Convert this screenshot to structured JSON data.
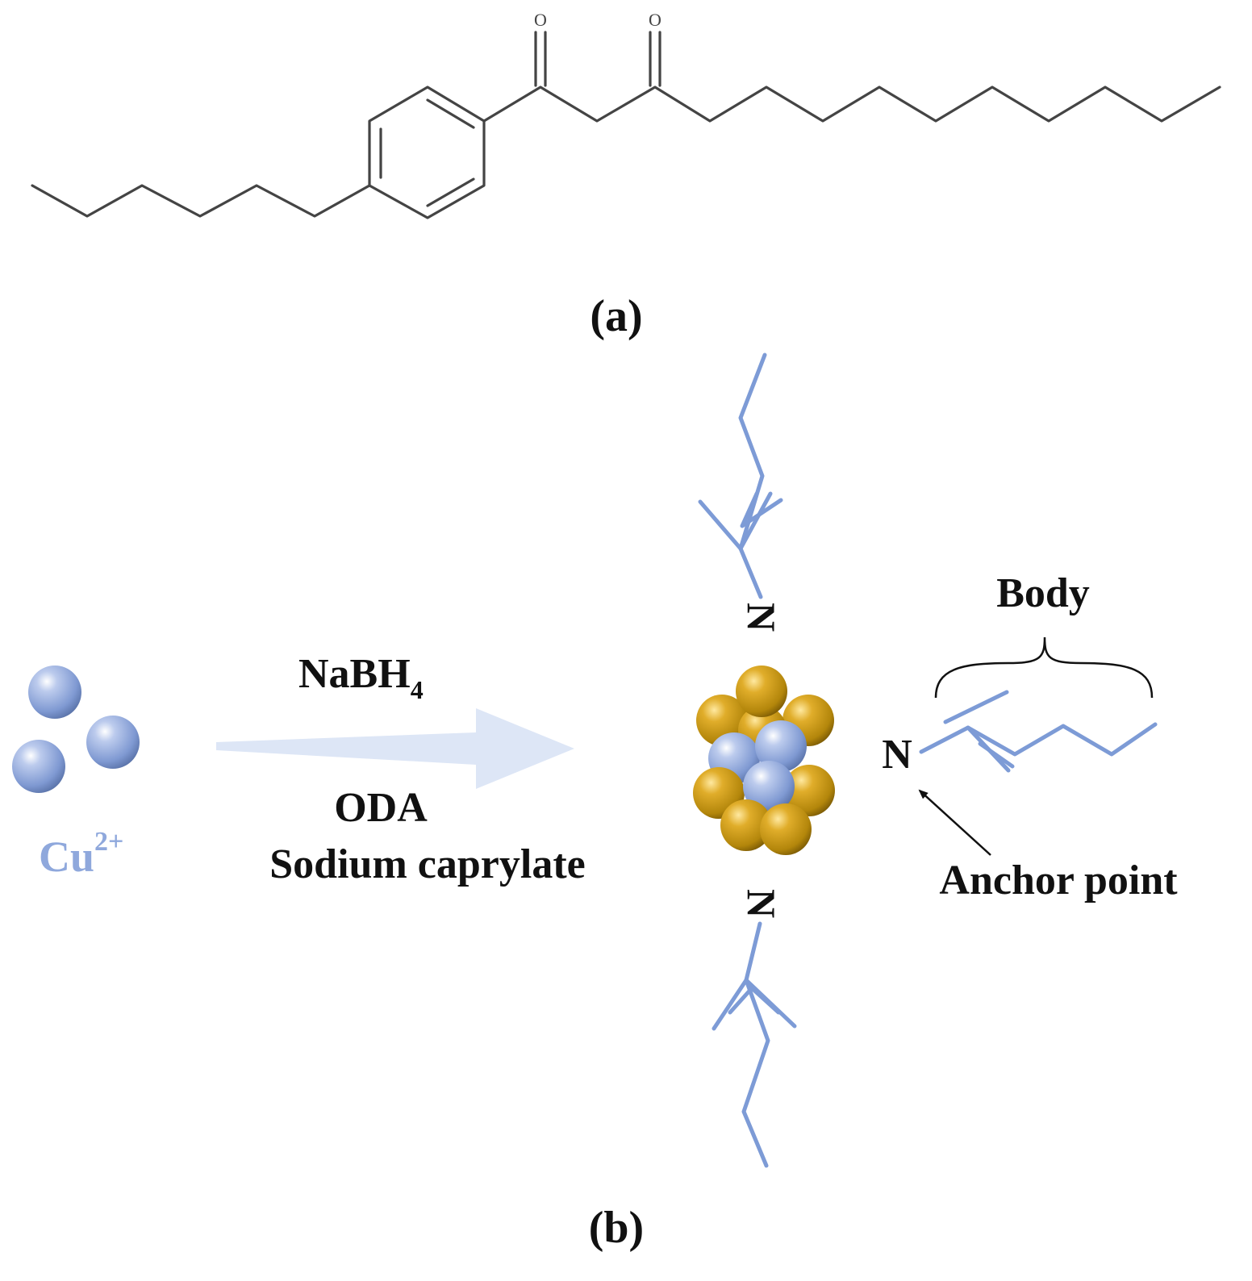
{
  "panel_a": {
    "caption": "(a)",
    "oxygen_label": "O"
  },
  "panel_b": {
    "caption": "(b)",
    "reactant": {
      "base": "Cu",
      "sup": "2+"
    },
    "reagents": {
      "top": {
        "base": "NaBH",
        "sub": "4"
      },
      "bottom_line1": "ODA",
      "bottom_line2": "Sodium caprylate"
    },
    "nitrogen_label": "N",
    "body_label": "Body",
    "anchor_label": "Anchor point"
  },
  "colors": {
    "copper_ion": "#8fa8dc",
    "gold_atom": "#c89a12",
    "ligand_chain": "#7d9bd6",
    "arrow_fill": "#dde6f6",
    "bond": "#444444"
  }
}
